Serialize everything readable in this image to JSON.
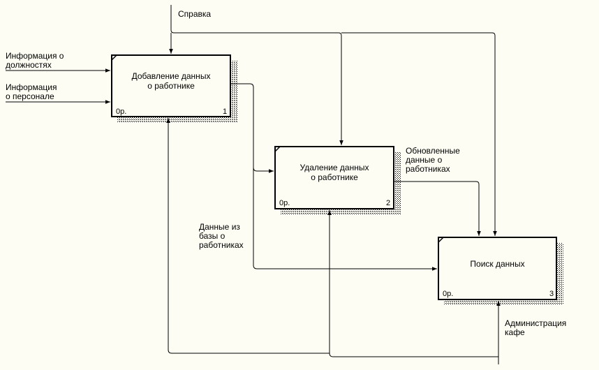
{
  "boxes": [
    {
      "title": "Добавление данных\nо работнике",
      "cost": "0р.",
      "number": "1"
    },
    {
      "title": "Удаление данных\nо работнике",
      "cost": "0р.",
      "number": "2"
    },
    {
      "title": "Поиск данных",
      "cost": "0р.",
      "number": "3"
    }
  ],
  "arrows": {
    "control": "Справка",
    "input_positions": "Информация о\nдолжностях",
    "input_personnel": "Информация\nо персонале",
    "output_updated": "Обновленные\nданные о\nработниках",
    "output_db": "Данные из\nбазы о\nработниках",
    "mechanism": "Администрация\nкафе"
  },
  "colors": {
    "background": "#fdfdf3",
    "line": "#000000"
  }
}
